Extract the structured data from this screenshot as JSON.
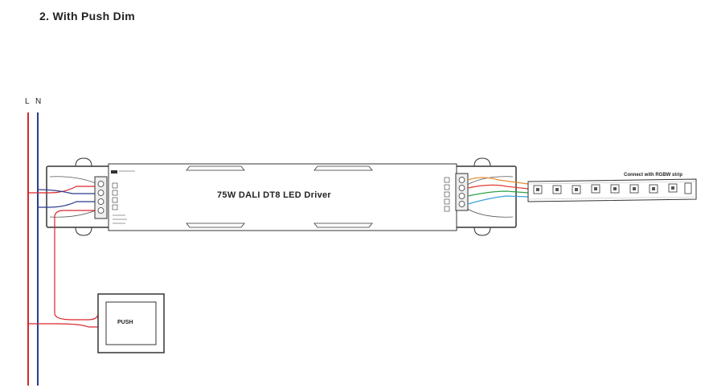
{
  "title": "2. With Push Dim",
  "power": {
    "l_label": "L",
    "n_label": "N"
  },
  "driver": {
    "name": "75W DALI DT8 LED Driver"
  },
  "push_switch": {
    "label": "PUSH"
  },
  "led_strip": {
    "label": "Connect with RGBW strip",
    "led_count": 8
  },
  "colors": {
    "live": "#d9252b",
    "neutral": "#2b3a8f",
    "red": "#e03a2e",
    "green": "#2fa24a",
    "blue": "#3aa0dc",
    "white": "#aaaaaa",
    "orange": "#e58a2d"
  }
}
